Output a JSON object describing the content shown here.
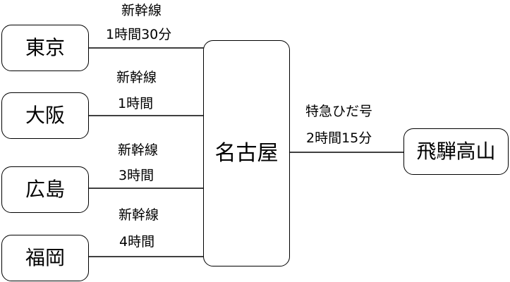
{
  "nodes": {
    "tokyo": "東京",
    "osaka": "大阪",
    "hiroshima": "広島",
    "fukuoka": "福岡",
    "nagoya": "名古屋",
    "takayama": "飛騨高山"
  },
  "routes": {
    "tokyo": {
      "line": "新幹線",
      "time": "1時間30分"
    },
    "osaka": {
      "line": "新幹線",
      "time": "1時間"
    },
    "hiroshima": {
      "line": "新幹線",
      "time": "3時間"
    },
    "fukuoka": {
      "line": "新幹線",
      "time": "4時間"
    },
    "takayama": {
      "line": "特急ひだ号",
      "time": "2時間15分"
    }
  },
  "colors": {
    "line": "#000000",
    "background": "#ffffff"
  }
}
